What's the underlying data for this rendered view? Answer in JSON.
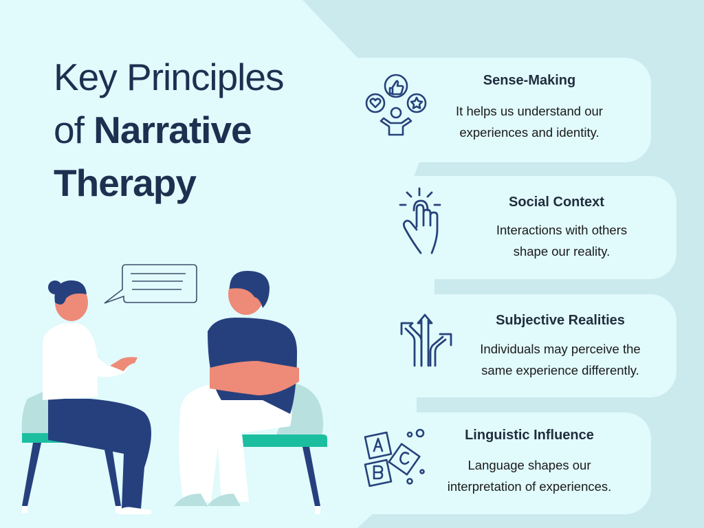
{
  "title": {
    "line1": "Key Principles",
    "line2_prefix": "of ",
    "line2_bold": "Narrative",
    "line3_bold": "Therapy"
  },
  "colors": {
    "background": "#e1fafc",
    "panel": "#cbeaee",
    "text_dark": "#1e3050",
    "icon_stroke": "#26427a",
    "skin": "#ee8a78",
    "navy": "#26407e",
    "chair_seat": "#1bbfa0",
    "chair_back": "#b7e0df"
  },
  "principles": [
    {
      "icon": "sense-making-icon",
      "heading": "Sense-Making",
      "line1": "It helps us understand our",
      "line2": "experiences and identity."
    },
    {
      "icon": "pointing-hand-icon",
      "heading": "Social Context",
      "line1": "Interactions with others",
      "line2": "shape our reality."
    },
    {
      "icon": "diverging-arrows-icon",
      "heading": "Subjective Realities",
      "line1": "Individuals may perceive the",
      "line2": "same experience differently."
    },
    {
      "icon": "alphabet-blocks-icon",
      "heading": "Linguistic Influence",
      "line1": "Language shapes our",
      "line2": "interpretation of experiences."
    }
  ],
  "illustration": {
    "description": "Therapist and client seated on chairs in conversation"
  }
}
